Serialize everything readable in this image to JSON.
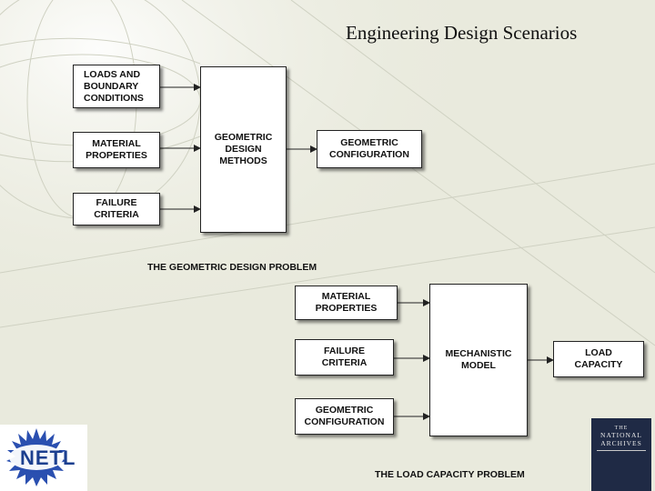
{
  "slide": {
    "title": "Engineering Design Scenarios"
  },
  "geometric_design_problem": {
    "inputs": [
      "LOADS AND\nBOUNDARY\nCONDITIONS",
      "MATERIAL\nPROPERTIES",
      "FAILURE\nCRITERIA"
    ],
    "process": "GEOMETRIC\nDESIGN\nMETHODS",
    "output": "GEOMETRIC\nCONFIGURATION",
    "caption": "THE GEOMETRIC DESIGN PROBLEM"
  },
  "load_capacity_problem": {
    "inputs": [
      "MATERIAL\nPROPERTIES",
      "FAILURE\nCRITERIA",
      "GEOMETRIC\nCONFIGURATION"
    ],
    "process": "MECHANISTIC\nMODEL",
    "output": "LOAD\nCAPACITY",
    "caption": "THE LOAD CAPACITY PROBLEM"
  },
  "logos": {
    "netl": "NETL",
    "archives_line1": "THE",
    "archives_line2": "NATIONAL\nARCHIVES"
  },
  "colors": {
    "background": "#e9eadd",
    "box_border": "#222222",
    "arrow": "#222222"
  }
}
